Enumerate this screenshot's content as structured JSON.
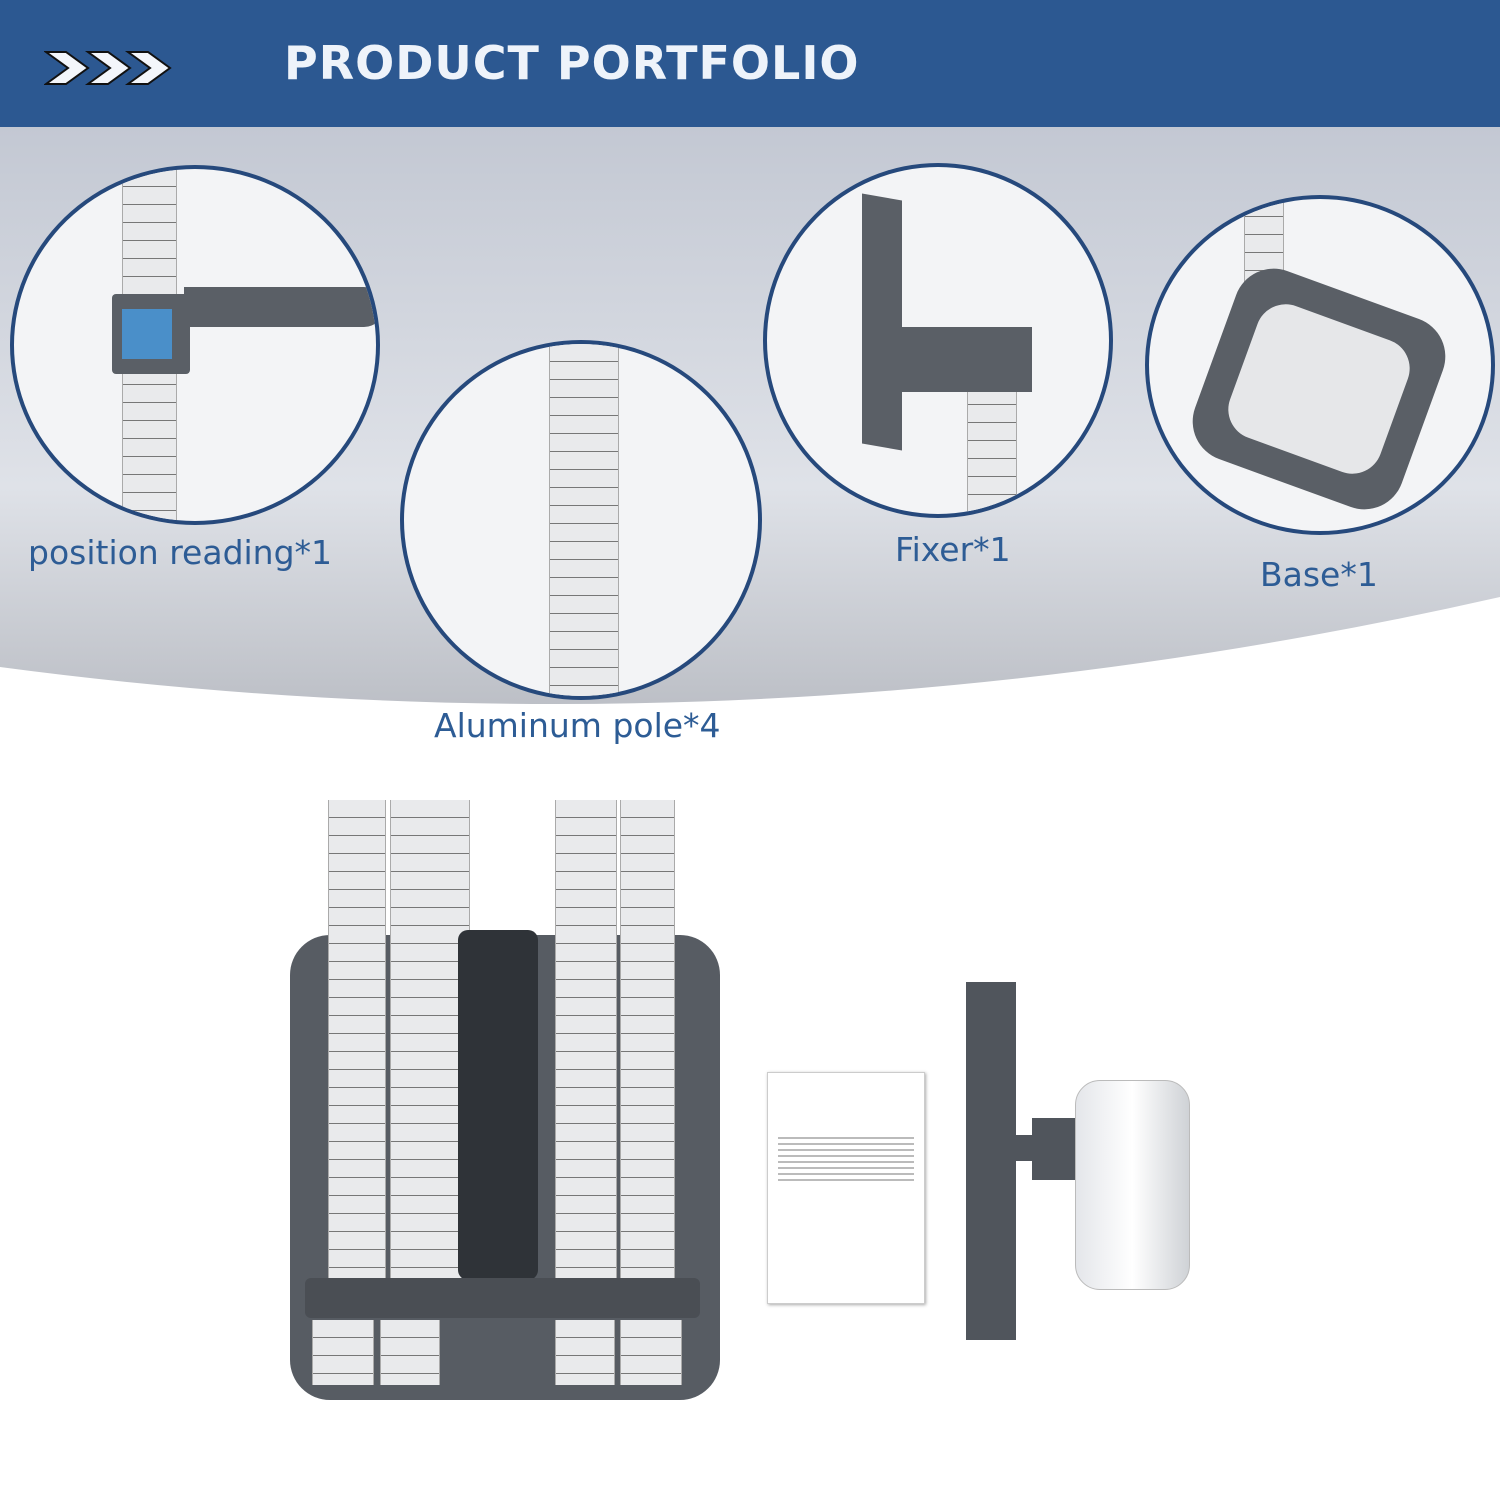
{
  "header": {
    "title": "PRODUCT PORTFOLIO",
    "icon": "triple-chevron-right-icon"
  },
  "components": [
    {
      "label": "position reading*1"
    },
    {
      "label": "Aluminum pole*4"
    },
    {
      "label": "Fixer*1"
    },
    {
      "label": "Base*1"
    }
  ],
  "colors": {
    "header": "#2c5891",
    "label": "#2d5c95",
    "circle_border": "#26497c"
  }
}
